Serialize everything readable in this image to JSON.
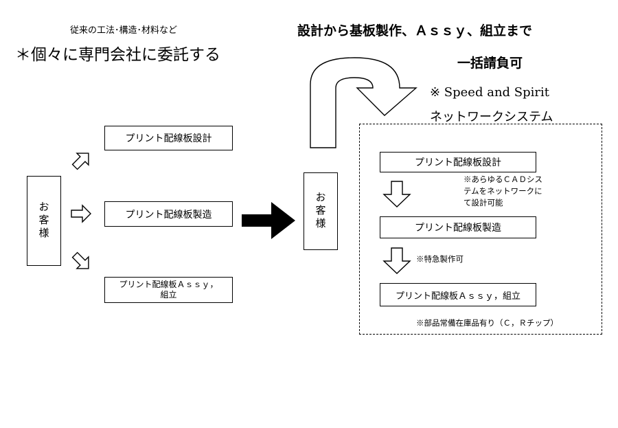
{
  "left_panel": {
    "subtitle": "従来の工法･構造･材料など",
    "headline": "＊個々に専門会社に委託する",
    "customer_label": "お客様",
    "steps": [
      "プリント配線板設計",
      "プリント配線板製造",
      "プリント配線板Ａｓｓｙ，\n組立"
    ]
  },
  "right_panel": {
    "headline": "設計から基板製作、Ａｓｓｙ、組立まで",
    "headline2": "一括請負可",
    "network_line1": "※ Speed and Spirit",
    "network_line2": "ネットワークシステム",
    "customer_label": "お客様",
    "steps": [
      "プリント配線板設計",
      "プリント配線板製造",
      "プリント配線板Ａｓｓｙ，組立"
    ],
    "notes": {
      "cad": "※あらゆるＣＡＤシス\nテムをネットワークに\nて設計可能",
      "express": "※特急製作可",
      "stock": "※部品常備在庫品有り（Ｃ，Ｒチップ）"
    }
  }
}
